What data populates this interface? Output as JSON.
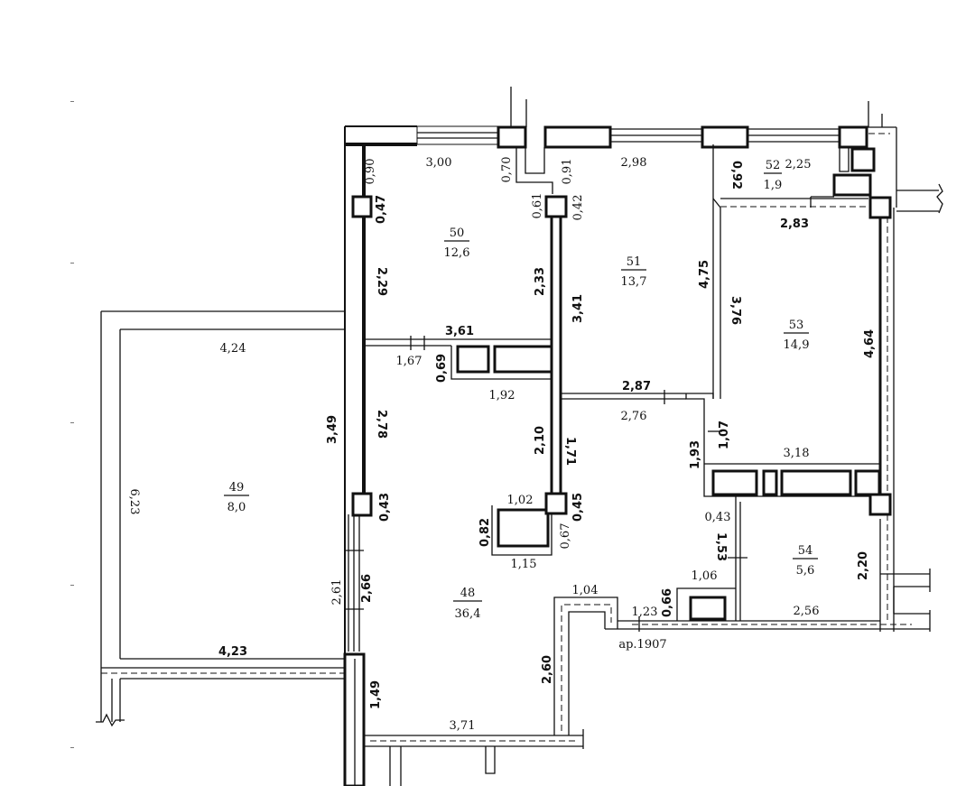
{
  "rooms": [
    {
      "id": "49",
      "area": "8,0"
    },
    {
      "id": "48",
      "area": "36,4"
    },
    {
      "id": "50",
      "area": "12,6"
    },
    {
      "id": "51",
      "area": "13,7"
    },
    {
      "id": "52",
      "area": "1,9"
    },
    {
      "id": "53",
      "area": "14,9"
    },
    {
      "id": "54",
      "area": "5,6"
    }
  ],
  "dimensions": {
    "d300": "3,00",
    "d070": "0,70",
    "d091": "0,91",
    "d298": "2,98",
    "d092": "0,92",
    "d225": "2,25",
    "d090": "0,90",
    "d047": "0,47",
    "d061": "0,61",
    "d042": "0,42",
    "d283": "2,83",
    "d229": "2,29",
    "d233": "2,33",
    "d341": "3,41",
    "d475": "4,75",
    "d376": "3,76",
    "d464": "4,64",
    "d424": "4,24",
    "d361": "3,61",
    "d167": "1,67",
    "d069": "0,69",
    "d192": "1,92",
    "d287": "2,87",
    "d276": "2,76",
    "d349": "3,49",
    "d278": "2,78",
    "d210": "2,10",
    "d171": "1,71",
    "d107": "1,07",
    "d193": "1,93",
    "d318": "3,18",
    "d623": "6,23",
    "d043a": "0,43",
    "d102": "1,02",
    "d045": "0,45",
    "d082": "0,82",
    "d067": "0,67",
    "d115": "1,15",
    "d043b": "0,43",
    "d153": "1,53",
    "d220": "2,20",
    "d261": "2,61",
    "d266": "2,66",
    "d104": "1,04",
    "d106": "1,06",
    "d066": "0,66",
    "d123": "1,23",
    "d256": "2,56",
    "d423": "4,23",
    "d260": "2,60",
    "d149": "1,49",
    "d371": "3,71"
  },
  "annotation": "ар.1907"
}
